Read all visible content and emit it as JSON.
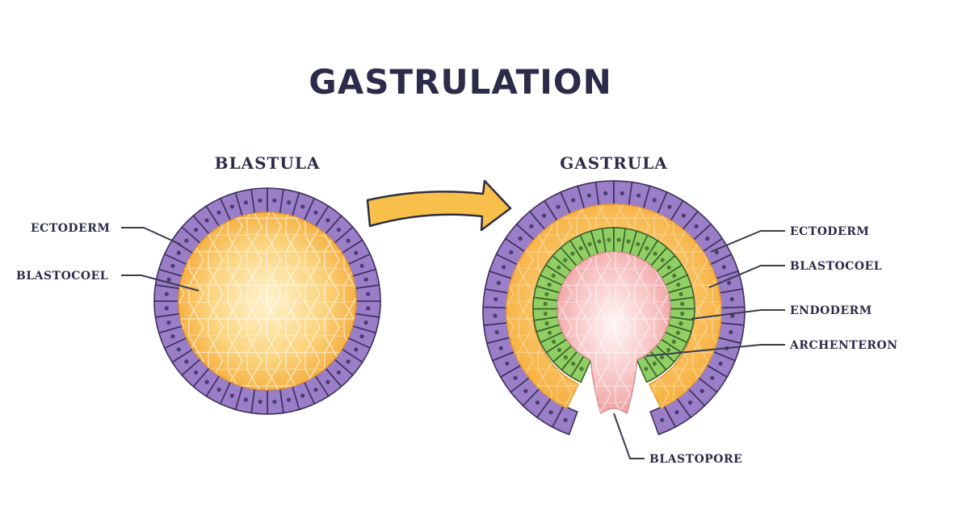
{
  "title": "GASTRULATION",
  "blastula": {
    "heading": "BLASTULA",
    "labels": {
      "ectoderm": "ECTODERM",
      "blastocoel": "BLASTOCOEL"
    }
  },
  "gastrula": {
    "heading": "GASTRULA",
    "labels": {
      "ectoderm": "ECTODERM",
      "blastocoel": "BLASTOCOEL",
      "endoderm": "ENDODERM",
      "archenteron": "ARCHENTERON",
      "blastopore": "BLASTOPORE"
    }
  },
  "colors": {
    "ink": "#2c2c4a",
    "ectoderm_cell": "#9a7ec8",
    "ectoderm_stroke": "#3d2f5c",
    "ectoderm_nucleus": "#4b3b70",
    "blastocoel_outer": "#f6b040",
    "blastocoel_inner": "#fff2c8",
    "endoderm_cell": "#8fcf63",
    "endoderm_stroke": "#3b5e2a",
    "archenteron_outer": "#f2a7a7",
    "archenteron_inner": "#fff3f3",
    "arrow": "#f8c04a"
  }
}
